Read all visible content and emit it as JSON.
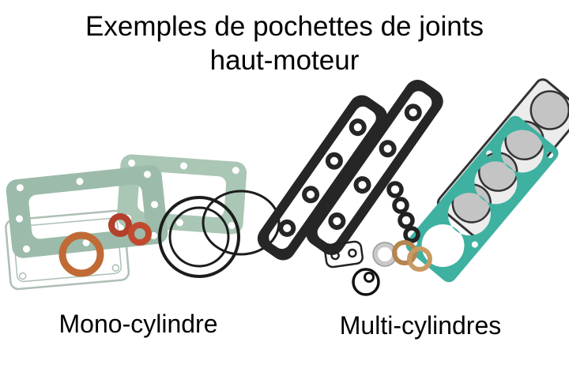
{
  "title": {
    "line1": "Exemples de pochettes de joints",
    "line2": "haut-moteur"
  },
  "captions": {
    "left": "Mono-cylindre",
    "right": "Multi-cylindres"
  },
  "colors": {
    "background": "#ffffff",
    "text": "#000000",
    "gasket_green": "#9cbbaa",
    "gasket_green_light": "#aac6b4",
    "gasket_outline_pale": "#aebfb4",
    "gasket_teal": "#3eb1a1",
    "gasket_black": "#262626",
    "ring_orange": "#c06a35",
    "ring_red": "#b2402a",
    "ring_copper": "#b5854f",
    "ring_gray": "#c9c9c9"
  }
}
